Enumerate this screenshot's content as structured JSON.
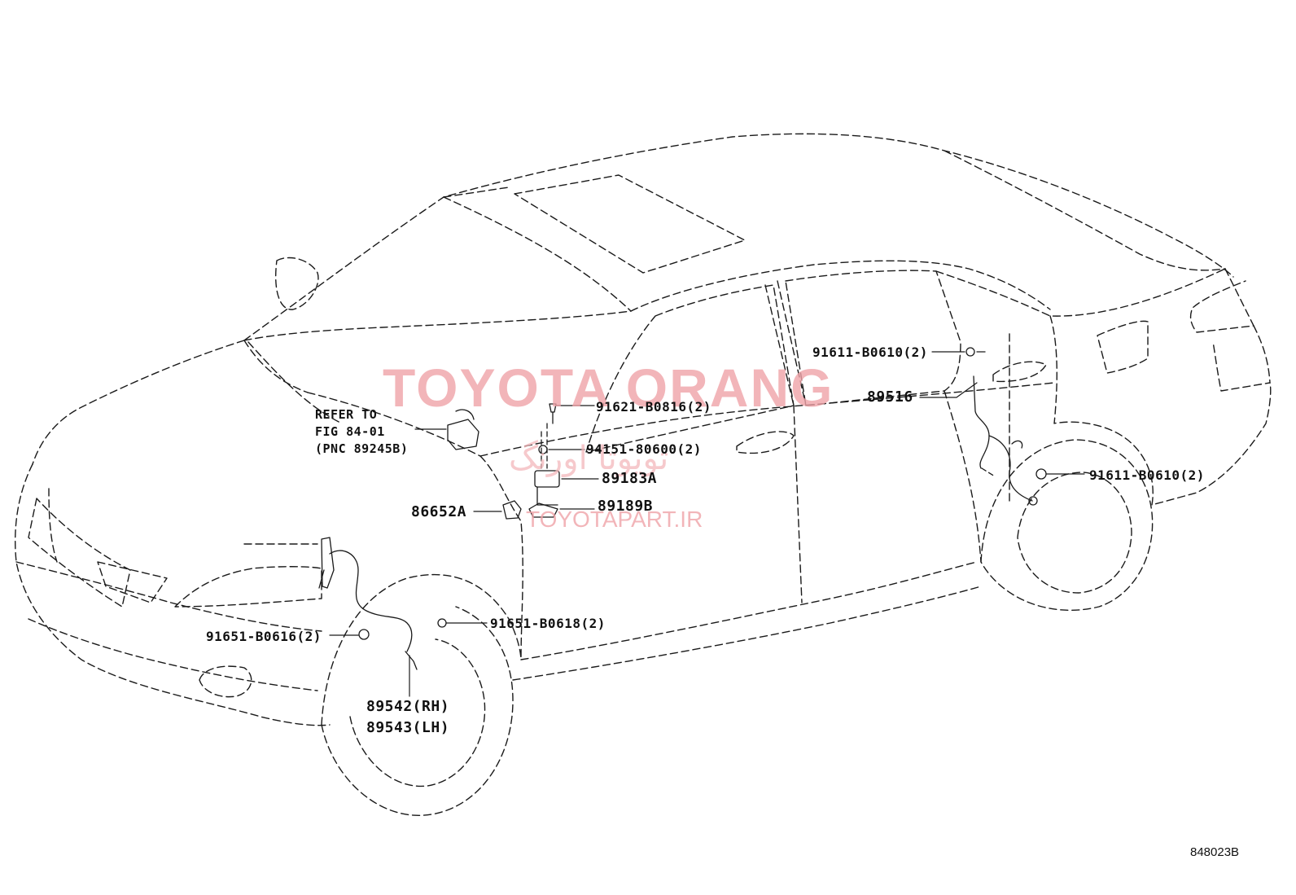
{
  "watermark": {
    "main": "TOYOTA ORANG",
    "persian": "تویوتا اورنگ",
    "url": "TOYOTAPART.IR",
    "color": "#f0a3a8"
  },
  "figure_code": "848023B",
  "refer_note": {
    "line1": "REFER TO",
    "line2": "FIG 84-01",
    "line3": "(PNC 89245B)"
  },
  "parts": {
    "p91611_top": "91611-B0610(2)",
    "p89516": "89516",
    "p91611_right": "91611-B0610(2)",
    "p91621": "91621-B0816(2)",
    "p94151": "94151-80600(2)",
    "p89183A": "89183A",
    "p89189B": "89189B",
    "p86652A": "86652A",
    "p91651_left": "91651-B0616(2)",
    "p91651_mid": "91651-B0618(2)",
    "p89542": "89542(RH)",
    "p89543": "89543(LH)"
  },
  "colors": {
    "line": "#1a1a1a",
    "background": "#ffffff"
  }
}
